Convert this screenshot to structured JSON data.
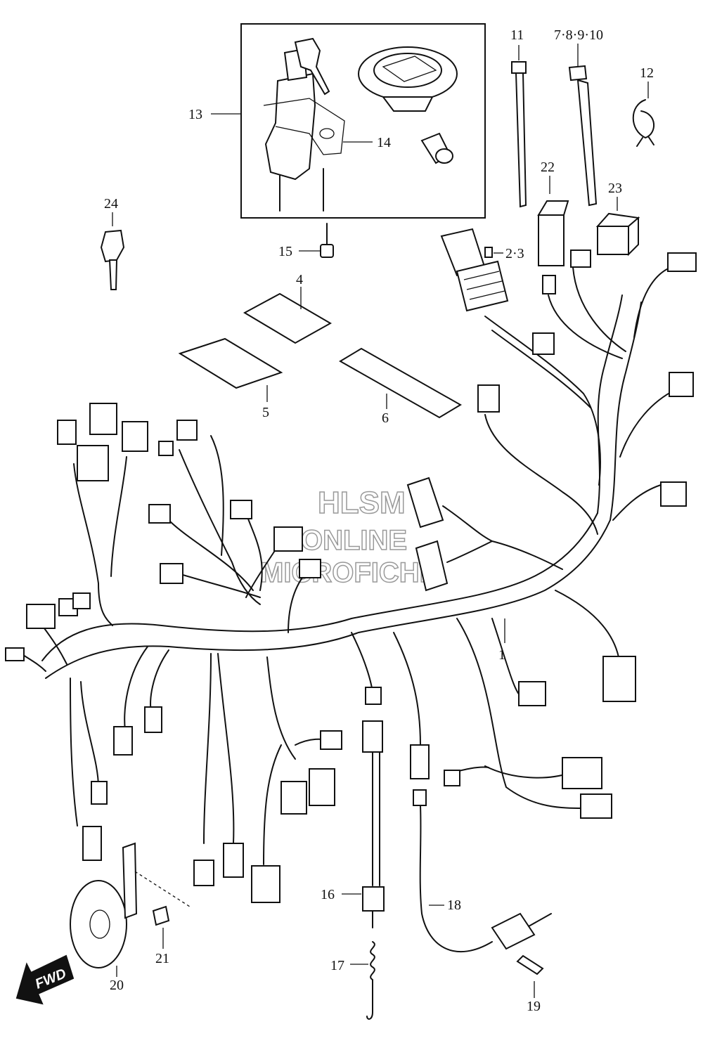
{
  "callouts": [
    {
      "id": "c1",
      "text": "1"
    },
    {
      "id": "c23",
      "text": "2·3"
    },
    {
      "id": "c4",
      "text": "4"
    },
    {
      "id": "c5",
      "text": "5"
    },
    {
      "id": "c6",
      "text": "6"
    },
    {
      "id": "c78910",
      "text": "7·8·9·10"
    },
    {
      "id": "c11",
      "text": "11"
    },
    {
      "id": "c12",
      "text": "12"
    },
    {
      "id": "c13",
      "text": "13"
    },
    {
      "id": "c14",
      "text": "14"
    },
    {
      "id": "c15",
      "text": "15"
    },
    {
      "id": "c16",
      "text": "16"
    },
    {
      "id": "c17",
      "text": "17"
    },
    {
      "id": "c18",
      "text": "18"
    },
    {
      "id": "c19",
      "text": "19"
    },
    {
      "id": "c20",
      "text": "20"
    },
    {
      "id": "c21",
      "text": "21"
    },
    {
      "id": "c22",
      "text": "22"
    },
    {
      "id": "c23b",
      "text": "23"
    },
    {
      "id": "c24",
      "text": "24"
    }
  ],
  "watermark": {
    "line1": "HLSM",
    "line2": "ONLINE",
    "line3": "MICROFICHE"
  },
  "direction_arrow": {
    "label": "FWD",
    "icon": "fwd-arrow-icon"
  },
  "colors": {
    "ink": "#111111",
    "paper": "#ffffff",
    "watermark": "#999999",
    "arrow": "#111111"
  }
}
